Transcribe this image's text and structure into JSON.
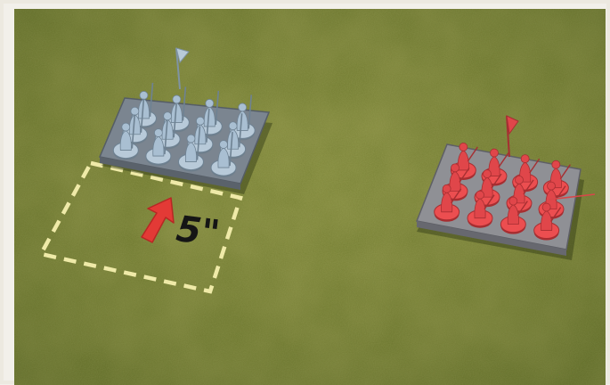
{
  "scene": {
    "move_distance_label": "5\"",
    "colors": {
      "grass": "#6f7a2e",
      "blue_unit": "#9fb4c8",
      "red_unit": "#e0464a",
      "move_outline": "#efeaa8",
      "arrow": "#e33a36",
      "label": "#151515"
    },
    "units": [
      {
        "name": "blue-unit",
        "rows": 3,
        "cols": 4
      },
      {
        "name": "red-unit",
        "rows": 3,
        "cols": 4
      }
    ]
  }
}
